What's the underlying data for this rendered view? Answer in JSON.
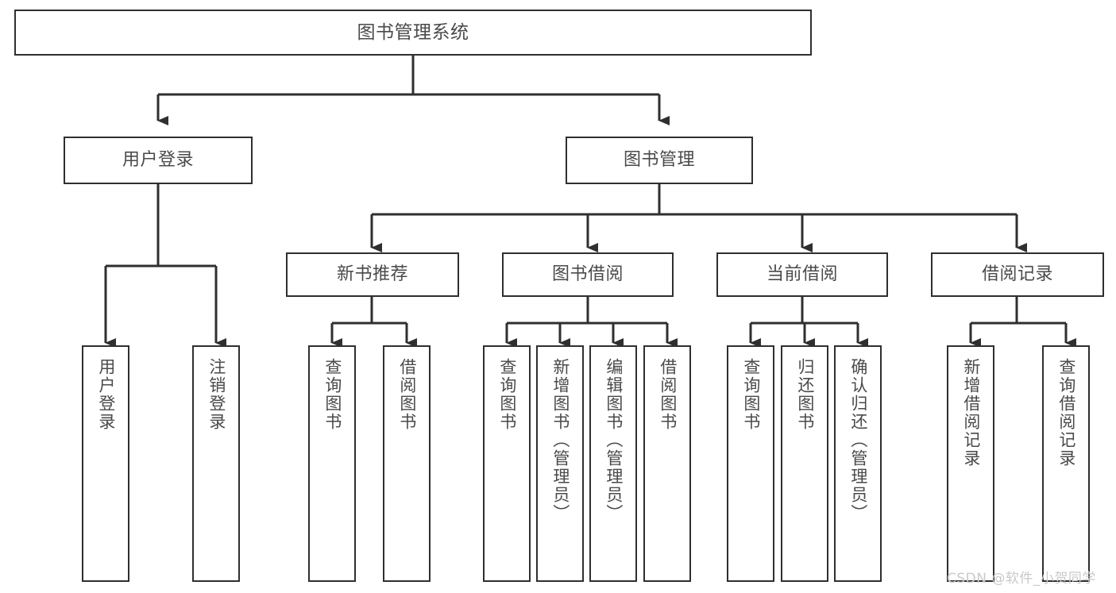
{
  "diagram": {
    "title": "图书管理系统",
    "type": "tree-hierarchy",
    "colors": {
      "box_border": "#2f2f2f",
      "box_fill": "#ffffff",
      "edge": "#2f2f2f",
      "text": "#4a4a4a",
      "background": "#ffffff",
      "watermark": "#c9c9c9"
    },
    "nodes": {
      "root": "图书管理系统",
      "level2": {
        "user_login": "用户登录",
        "book_manage": "图书管理"
      },
      "level3": {
        "new_book_rec": "新书推荐",
        "book_borrow": "图书借阅",
        "current_borrow": "当前借阅",
        "borrow_record": "借阅记录"
      },
      "leaves": {
        "user_login_1": "用户登录",
        "user_login_2": "注销登录",
        "new_book_rec_1": "查询图书",
        "new_book_rec_2": "借阅图书",
        "book_borrow_1": "查询图书",
        "book_borrow_2": "新增图书（管理员）",
        "book_borrow_3": "编辑图书（管理员）",
        "book_borrow_4": "借阅图书",
        "current_borrow_1": "查询图书",
        "current_borrow_2": "归还图书",
        "current_borrow_3": "确认归还（管理员）",
        "borrow_record_1": "新增借阅记录",
        "borrow_record_2": "查询借阅记录"
      }
    }
  },
  "watermark": {
    "text": "CSDN @软件_小贺同学"
  }
}
